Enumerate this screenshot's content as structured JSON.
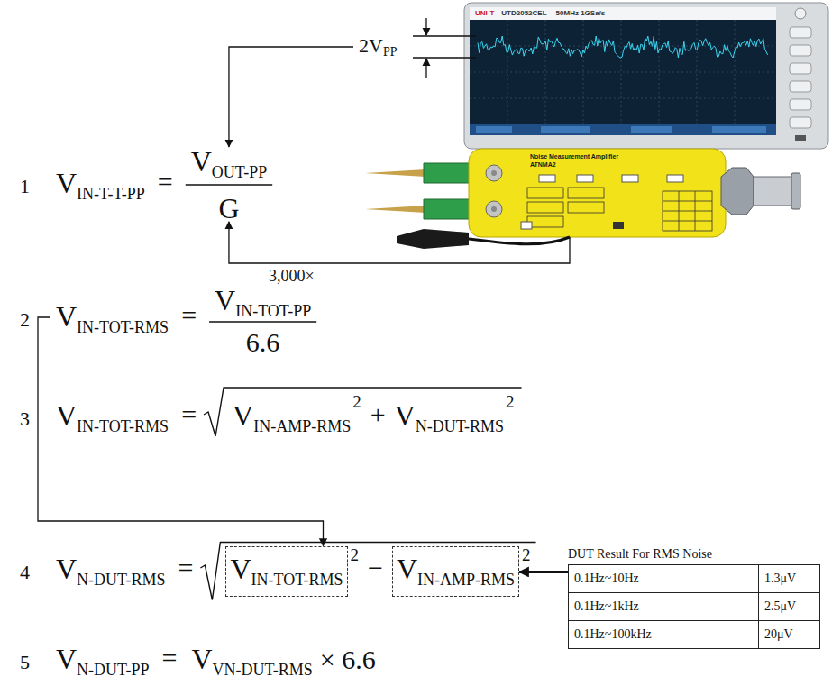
{
  "diagram": {
    "nodes": [
      {
        "text": [
          "V",
          "IN-TOT-RMS"
        ]
      },
      {
        "text": [
          "V",
          "IN-AMP-RMS"
        ]
      },
      {
        "text": [
          "DUT Result For RMS Noise"
        ]
      },
      {
        "text": [
          "0.1Hz~10Hz"
        ],
        "in": 2
      },
      {
        "text": [
          "1.3μV"
        ],
        "in": 2
      },
      {
        "text": [
          "0.1Hz~1kHz"
        ],
        "in": 2
      },
      {
        "text": [
          "2.5μV"
        ],
        "in": 2
      },
      {
        "text": [
          "0.1Hz~100kHz"
        ],
        "in": 2
      },
      {
        "text": [
          "20μV"
        ],
        "in": 2
      }
    ],
    "edges": [
      {
        "from": 2,
        "to": 1,
        "arrow": "to"
      }
    ],
    "labels": [
      "UNI-T",
      "UTD2052CEL",
      "50MHz 1GSa/s",
      "2V",
      "PP",
      "1",
      "V",
      "IN-T-T-PP",
      "=",
      "V",
      "OUT-PP",
      "G",
      "Noise Measurement Amplifier",
      "ATNMA2",
      "3,000×",
      "2",
      "V",
      "IN-TOT-RMS",
      "=",
      "V",
      "IN-TOT-PP",
      "6.6",
      "3",
      "V",
      "IN-TOT-RMS",
      "=",
      "V",
      "IN-AMP-RMS",
      "2",
      "+",
      "V",
      "N-DUT-RMS",
      "2",
      "4",
      "V",
      "N-DUT-RMS",
      "=",
      "2",
      "−",
      "2",
      "5",
      "V",
      "N-DUT-PP",
      "=",
      "V",
      "VN-DUT-RMS",
      "× 6.6"
    ]
  }
}
